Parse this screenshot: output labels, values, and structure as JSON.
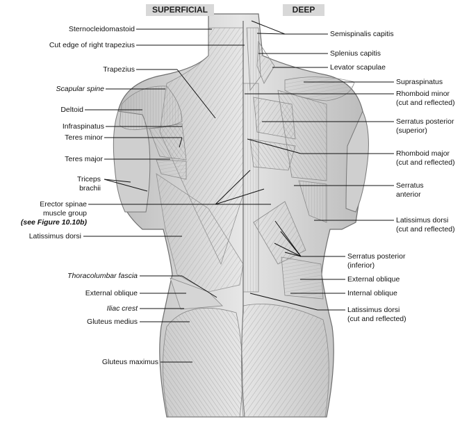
{
  "headers": {
    "superficial": "SUPERFICIAL",
    "deep": "DEEP"
  },
  "left_labels": [
    {
      "id": "sternocleidomastoid",
      "text": "Sternocleidomastoid"
    },
    {
      "id": "cut_edge_trapezius",
      "text": "Cut edge of right trapezius"
    },
    {
      "id": "trapezius",
      "text": "Trapezius"
    },
    {
      "id": "scapular_spine",
      "text": "Scapular spine"
    },
    {
      "id": "deltoid",
      "text": "Deltoid"
    },
    {
      "id": "infraspinatus",
      "text": "Infraspinatus"
    },
    {
      "id": "teres_minor",
      "text": "Teres minor"
    },
    {
      "id": "teres_major",
      "text": "Teres major"
    },
    {
      "id": "triceps_1",
      "text": "Triceps"
    },
    {
      "id": "triceps_2",
      "text": "brachii"
    },
    {
      "id": "erector_1",
      "text": "Erector spinae"
    },
    {
      "id": "erector_2",
      "text": "muscle group"
    },
    {
      "id": "erector_3",
      "text": "(see Figure 10.10b)"
    },
    {
      "id": "latissimus_dorsi",
      "text": "Latissimus dorsi"
    },
    {
      "id": "thoracolumbar_fascia",
      "text": "Thoracolumbar fascia"
    },
    {
      "id": "external_oblique_l",
      "text": "External oblique"
    },
    {
      "id": "iliac_crest",
      "text": "Iliac crest"
    },
    {
      "id": "gluteus_medius",
      "text": "Gluteus medius"
    },
    {
      "id": "gluteus_maximus",
      "text": "Gluteus maximus"
    }
  ],
  "right_labels": [
    {
      "id": "semispinalis_capitis",
      "text": "Semispinalis capitis"
    },
    {
      "id": "splenius_capitis",
      "text": "Splenius capitis"
    },
    {
      "id": "levator_scapulae",
      "text": "Levator scapulae"
    },
    {
      "id": "supraspinatus",
      "text": "Supraspinatus"
    },
    {
      "id": "rhomboid_minor_1",
      "text": "Rhomboid minor"
    },
    {
      "id": "rhomboid_minor_2",
      "text": "(cut and reflected)"
    },
    {
      "id": "serratus_post_sup_1",
      "text": "Serratus posterior"
    },
    {
      "id": "serratus_post_sup_2",
      "text": "(superior)"
    },
    {
      "id": "rhomboid_major_1",
      "text": "Rhomboid major"
    },
    {
      "id": "rhomboid_major_2",
      "text": "(cut and reflected)"
    },
    {
      "id": "serratus_anterior_1",
      "text": "Serratus"
    },
    {
      "id": "serratus_anterior_2",
      "text": "anterior"
    },
    {
      "id": "latissimus_cut_1",
      "text": "Latissimus dorsi"
    },
    {
      "id": "latissimus_cut_2",
      "text": "(cut and reflected)"
    },
    {
      "id": "serratus_post_inf_1",
      "text": "Serratus posterior"
    },
    {
      "id": "serratus_post_inf_2",
      "text": "(inferior)"
    },
    {
      "id": "external_oblique_r",
      "text": "External oblique"
    },
    {
      "id": "internal_oblique",
      "text": "Internal oblique"
    },
    {
      "id": "latissimus_cut2_1",
      "text": "Latissimus dorsi"
    },
    {
      "id": "latissimus_cut2_2",
      "text": "(cut and reflected)"
    }
  ]
}
